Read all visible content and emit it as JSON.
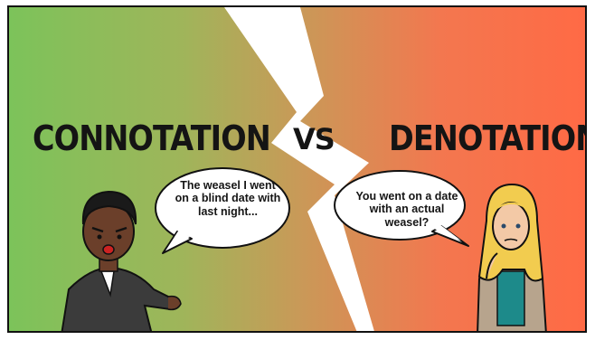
{
  "headline": {
    "left": "CONNOTATION",
    "middle": "VS",
    "right": "DENOTATION"
  },
  "bubbles": {
    "left": "The weasel I went on a blind date with last night...",
    "right": "You went on a date with an actual weasel?"
  },
  "colors": {
    "left_background": "#7cc35a",
    "right_background": "#ff6a45",
    "lightning": "#ffffff",
    "outline": "#111111"
  }
}
